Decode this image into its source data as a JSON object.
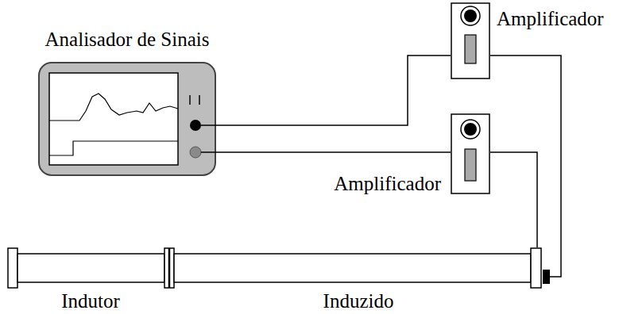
{
  "diagram": {
    "nodes": [
      {
        "text": [
          "Analisador de Sinais"
        ]
      },
      {
        "text": [
          "Amplificador"
        ]
      },
      {
        "text": [
          "Amplificador"
        ]
      },
      {
        "text": [
          "Indutor"
        ]
      },
      {
        "text": [
          "Induzido"
        ]
      }
    ],
    "edges": [
      {
        "from": 0,
        "to": 1,
        "arrow": "none"
      },
      {
        "from": 0,
        "to": 2,
        "arrow": "none"
      },
      {
        "from": 1,
        "to": 4,
        "arrow": "none"
      },
      {
        "from": 2,
        "to": 4,
        "arrow": "none"
      }
    ]
  }
}
